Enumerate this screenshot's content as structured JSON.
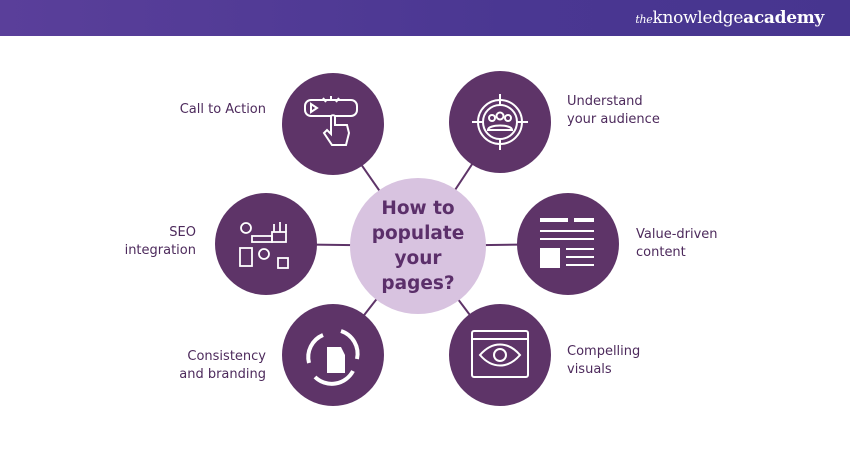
{
  "header": {
    "brand_prefix": "the",
    "brand_main": "knowledge",
    "brand_bold": "academy"
  },
  "center": {
    "line1": "How to",
    "line2": "populate",
    "line3": "your",
    "line4": "pages?"
  },
  "nodes": [
    {
      "label1": "Call to Action",
      "label2": "",
      "icon": "click-icon"
    },
    {
      "label1": "Understand",
      "label2": "your audience",
      "icon": "target-audience-icon"
    },
    {
      "label1": "SEO",
      "label2": "integration",
      "icon": "seo-icon"
    },
    {
      "label1": "Value-driven",
      "label2": "content",
      "icon": "article-icon"
    },
    {
      "label1": "Consistency",
      "label2": "and branding",
      "icon": "brand-cycle-icon"
    },
    {
      "label1": "Compelling",
      "label2": "visuals",
      "icon": "eye-window-icon"
    }
  ],
  "colors": {
    "header": "#4a3792",
    "node": "#5e3468",
    "center": "#d8c3e0",
    "text": "#4d2a5c"
  }
}
